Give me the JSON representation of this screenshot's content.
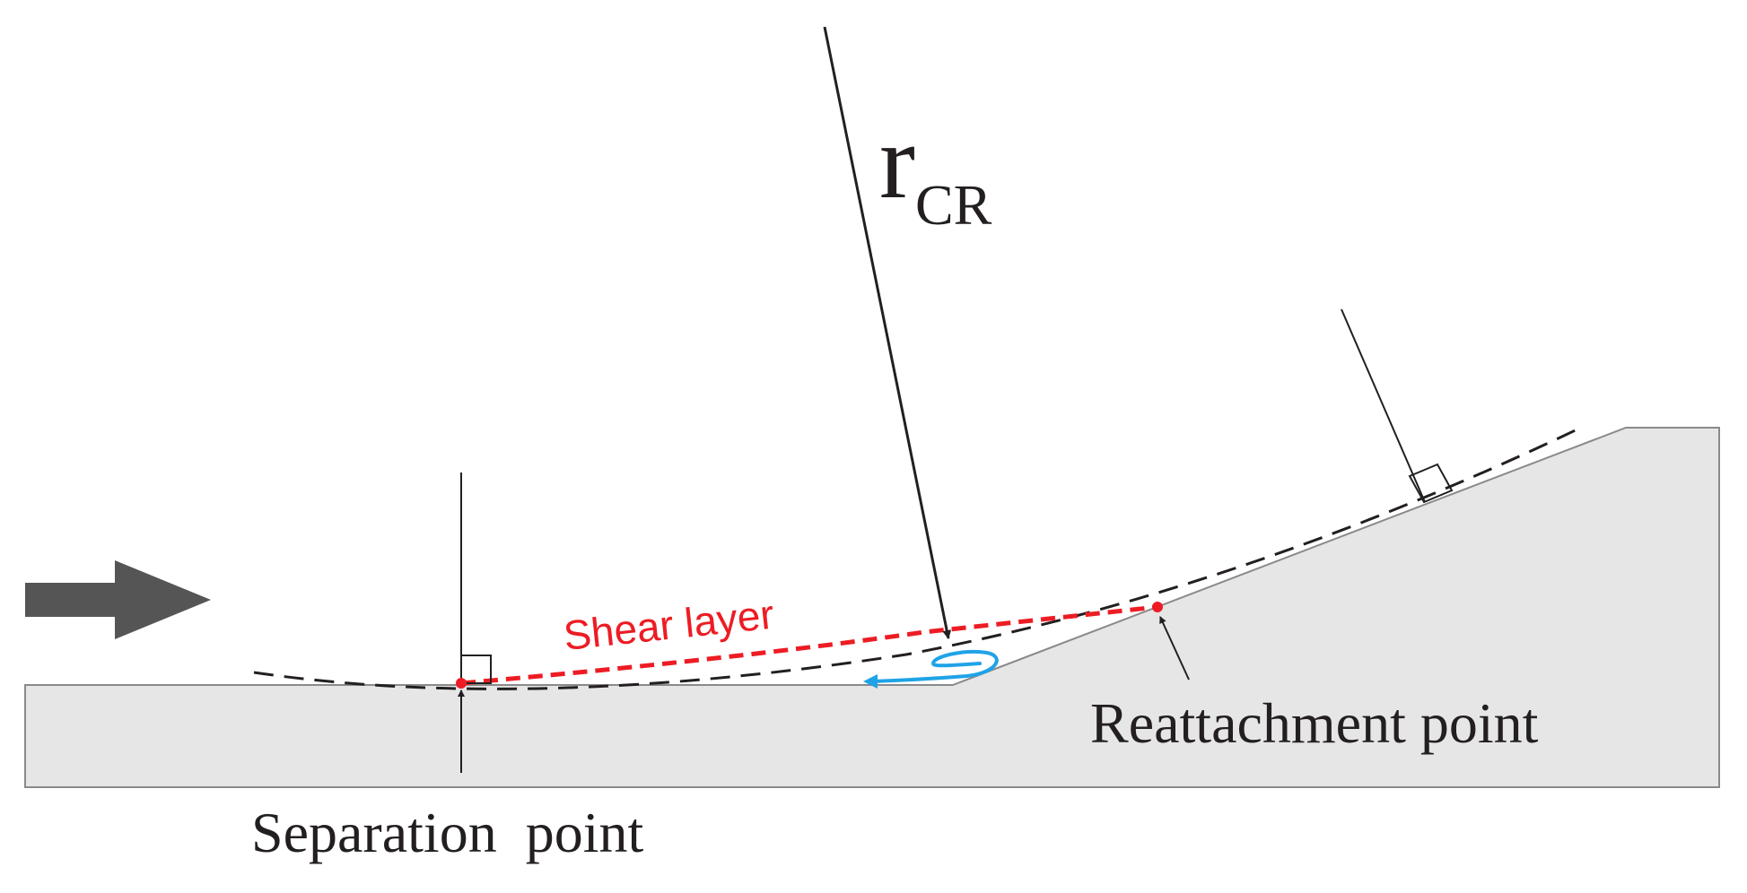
{
  "labels": {
    "radius_main": "r",
    "radius_sub": "CR",
    "shear_layer": "Shear layer",
    "reattachment": "Reattachment point",
    "separation": "Separation  point"
  },
  "colors": {
    "ground_fill": "#e6e6e6",
    "ground_stroke": "#8a8a8a",
    "line": "#231f20",
    "shear_layer": "#ed1c24",
    "vortex": "#1fa3e6",
    "flow_arrow": "#555555"
  },
  "icons": {
    "flow_arrow": "flow-direction-arrow-icon",
    "vortex": "recirculation-vortex-icon"
  }
}
